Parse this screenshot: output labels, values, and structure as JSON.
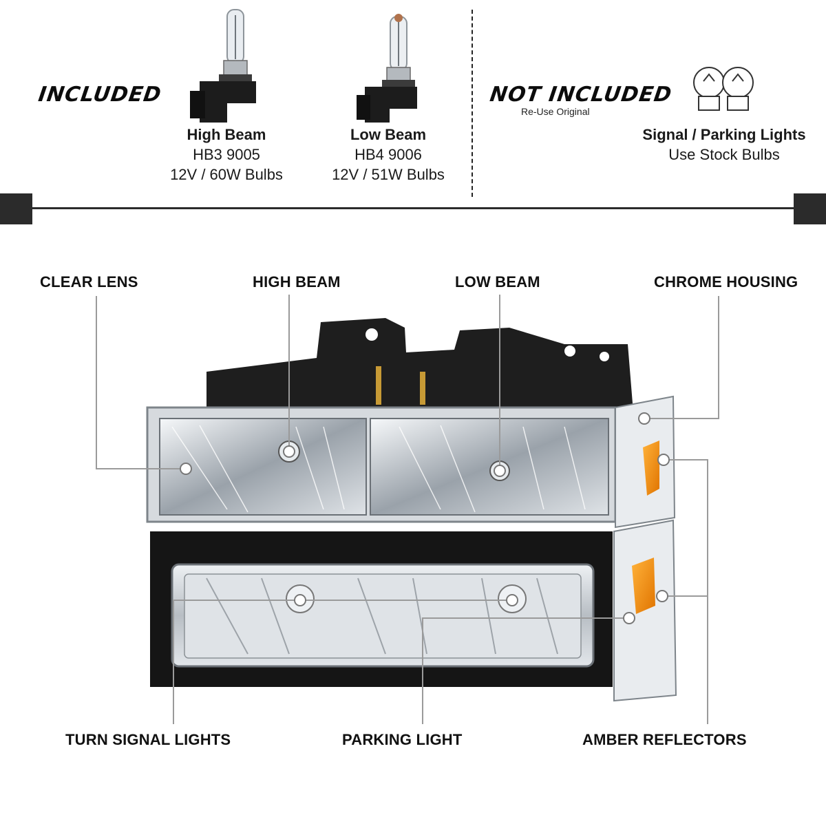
{
  "header": {
    "included_badge": "INCLUDED",
    "not_included_badge": "NOT INCLUDED",
    "not_included_note": "Re-Use Original"
  },
  "bulbs": [
    {
      "title": "High Beam",
      "model": "HB3 9005",
      "spec": "12V / 60W Bulbs"
    },
    {
      "title": "Low Beam",
      "model": "HB4 9006",
      "spec": "12V / 51W Bulbs"
    }
  ],
  "stock": {
    "title": "Signal / Parking Lights",
    "note": "Use Stock Bulbs"
  },
  "callouts": {
    "clear_lens": "CLEAR LENS",
    "high_beam": "HIGH BEAM",
    "low_beam": "LOW BEAM",
    "chrome_housing": "CHROME HOUSING",
    "turn_signal": "TURN SIGNAL LIGHTS",
    "parking_light": "PARKING LIGHT",
    "amber_reflectors": "AMBER REFLECTORS"
  },
  "colors": {
    "amber": "#f08a00",
    "chrome": "#c9ced3",
    "housing": "#1e1e1e",
    "leader": "#9a9a9a"
  }
}
